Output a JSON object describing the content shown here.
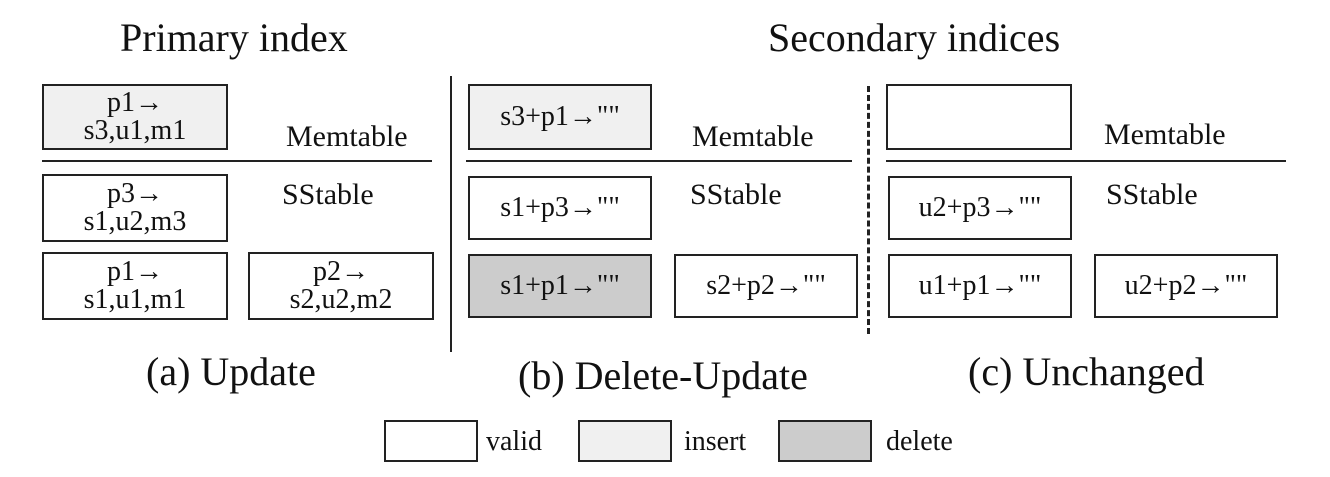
{
  "headings": {
    "primary": "Primary index",
    "secondary": "Secondary indices"
  },
  "panel_a": {
    "caption": "(a) Update",
    "memtable_label": "Memtable",
    "sstable_label": "SStable",
    "memtable_box": {
      "line1": "p1→",
      "line2": "s3,u1,m1",
      "state": "insert"
    },
    "sstable_box": {
      "line1": "p3→",
      "line2": "s1,u2,m3",
      "state": "valid"
    },
    "level2_left": {
      "line1": "p1→",
      "line2": "s1,u1,m1",
      "state": "valid"
    },
    "level2_right": {
      "line1": "p2→",
      "line2": "s2,u2,m2",
      "state": "valid"
    }
  },
  "panel_b": {
    "caption": "(b) Delete-Update",
    "memtable_label": "Memtable",
    "sstable_label": "SStable",
    "memtable_box": {
      "text": "s3+p1→\"\"",
      "state": "insert"
    },
    "sstable_box": {
      "text": "s1+p3→\"\"",
      "state": "valid"
    },
    "level2_left": {
      "text": "s1+p1→\"\"",
      "state": "delete"
    },
    "level2_right": {
      "text": "s2+p2→\"\"",
      "state": "valid"
    }
  },
  "panel_c": {
    "caption": "(c) Unchanged",
    "memtable_label": "Memtable",
    "sstable_label": "SStable",
    "memtable_box": {
      "text": "",
      "state": "valid"
    },
    "sstable_box": {
      "text": "u2+p3→\"\"",
      "state": "valid"
    },
    "level2_left": {
      "text": "u1+p1→\"\"",
      "state": "valid"
    },
    "level2_right": {
      "text": "u2+p2→\"\"",
      "state": "valid"
    }
  },
  "legend": {
    "valid": "valid",
    "insert": "insert",
    "delete": "delete",
    "colors": {
      "valid": "#ffffff",
      "insert": "#f0f0f0",
      "delete": "#cccccc",
      "border": "#222222"
    }
  }
}
